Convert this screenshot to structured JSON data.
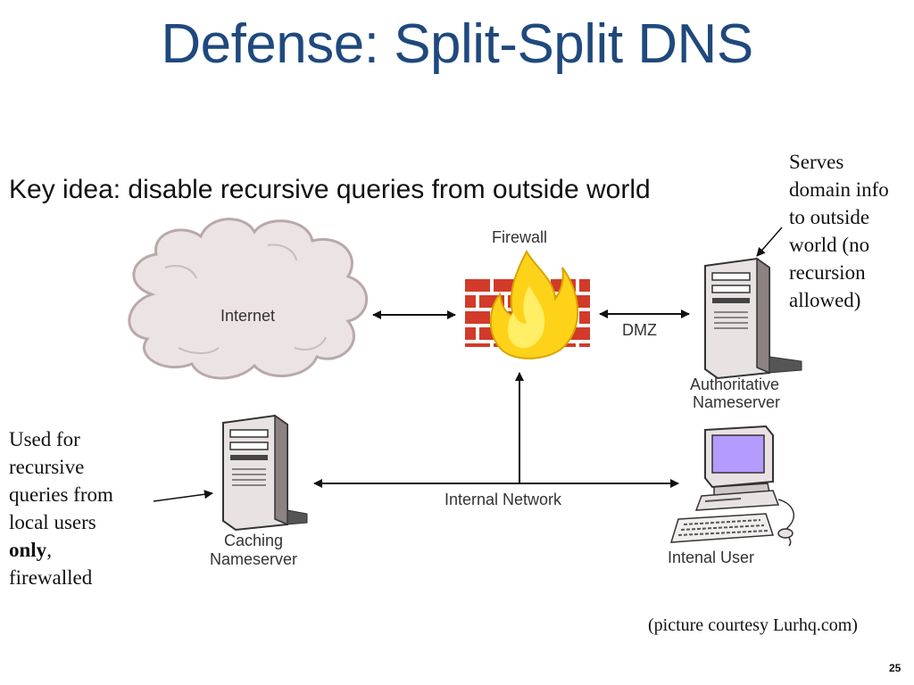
{
  "slide": {
    "title": "Defense: Split-Split DNS",
    "key_idea": "Key idea: disable recursive queries from outside world",
    "courtesy": "(picture courtesy Lurhq.com)",
    "page_number": "25"
  },
  "annotations": {
    "right": {
      "lines": [
        "Serves",
        "domain info",
        "to outside",
        "world (no",
        "recursion",
        "allowed)"
      ]
    },
    "left": {
      "line1": "Used for",
      "line2": "recursive",
      "line3": "queries from",
      "line4": "local users",
      "line5_bold": "only",
      "line5_rest": ",",
      "line6": "firewalled"
    }
  },
  "diagram": {
    "internet_label": "Internet",
    "firewall_label": "Firewall",
    "dmz_label": "DMZ",
    "auth_label_line1": "Authoritative",
    "auth_label_line2": "Nameserver",
    "caching_label_line1": "Caching",
    "caching_label_line2": "Nameserver",
    "internal_network_label": "Internal Network",
    "internal_user_label": "Intenal User"
  },
  "colors": {
    "title": "#1f497d",
    "brick": "#d23a2a",
    "flame_outer": "#ffd21a",
    "flame_inner": "#ffee66",
    "cloud_fill": "#ece4e4",
    "cloud_stroke": "#b9a9aa",
    "screen": "#b49bff"
  }
}
